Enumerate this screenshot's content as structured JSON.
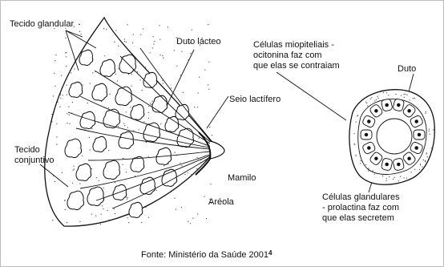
{
  "labels": {
    "tecido_glandular": "Tecido glandular",
    "duto_lacteo": "Duto lácteo",
    "seio_lactifero": "Seio lactífero",
    "tecido_conjuntivo": [
      "Tecido",
      "conjuntivo"
    ],
    "mamilo": "Mamilo",
    "areola": "Aréola",
    "celulas_mioepiteliais": [
      "Células miopiteliais -",
      "ocitonina faz com",
      "que elas se contraiam"
    ],
    "duto": "Duto",
    "celulas_glandulares": [
      "Células glandulares",
      "- prolactina faz com",
      "que elas secretem"
    ]
  },
  "footer": {
    "source": "Fonte: Ministério da Saúde 2001",
    "footnote": "4"
  },
  "colors": {
    "ink": "#111111",
    "lobule_fill": "#ffffff",
    "stipple": "#333333"
  }
}
